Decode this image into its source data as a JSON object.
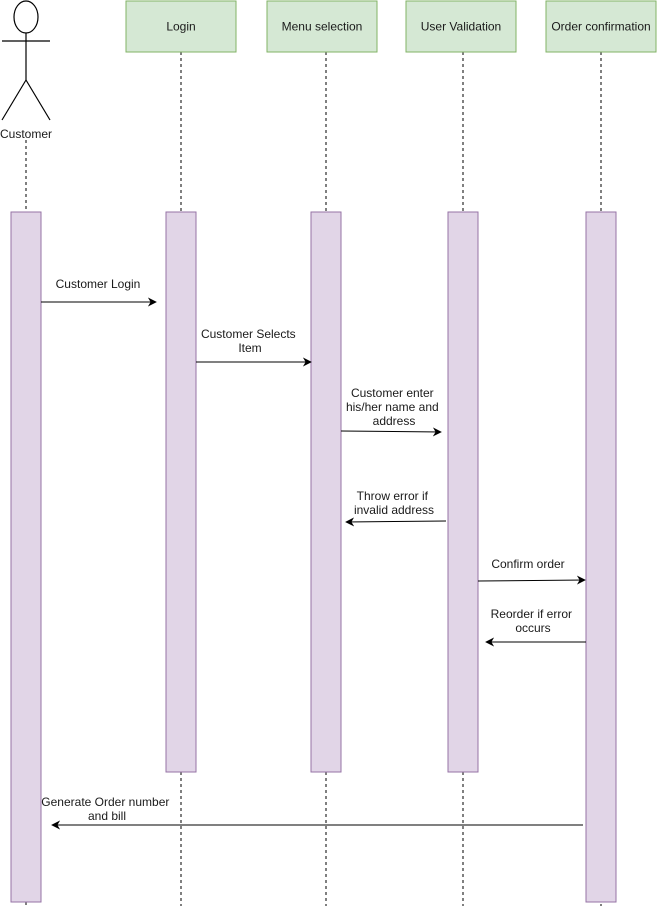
{
  "diagram": {
    "actor": {
      "label": "Customer"
    },
    "lifelines": [
      {
        "id": "login",
        "label": "Login"
      },
      {
        "id": "menu",
        "label": "Menu selection"
      },
      {
        "id": "validation",
        "label": "User Validation"
      },
      {
        "id": "confirmation",
        "label": "Order confirmation"
      }
    ],
    "messages": [
      {
        "lines": [
          "Customer Login"
        ]
      },
      {
        "lines": [
          "Customer Selects",
          "Item"
        ]
      },
      {
        "lines": [
          "Customer enter",
          "his/her name and",
          "address"
        ]
      },
      {
        "lines": [
          "Throw error if",
          "invalid address"
        ]
      },
      {
        "lines": [
          "Confirm order"
        ]
      },
      {
        "lines": [
          "Reorder if error",
          "occurs"
        ]
      },
      {
        "lines": [
          "Generate Order number",
          "and bill"
        ]
      }
    ]
  },
  "colors": {
    "header_fill": "#d5e8d4",
    "header_stroke": "#82b366",
    "activation_fill": "#e1d5e7",
    "activation_stroke": "#9673a6",
    "line": "#000000"
  }
}
